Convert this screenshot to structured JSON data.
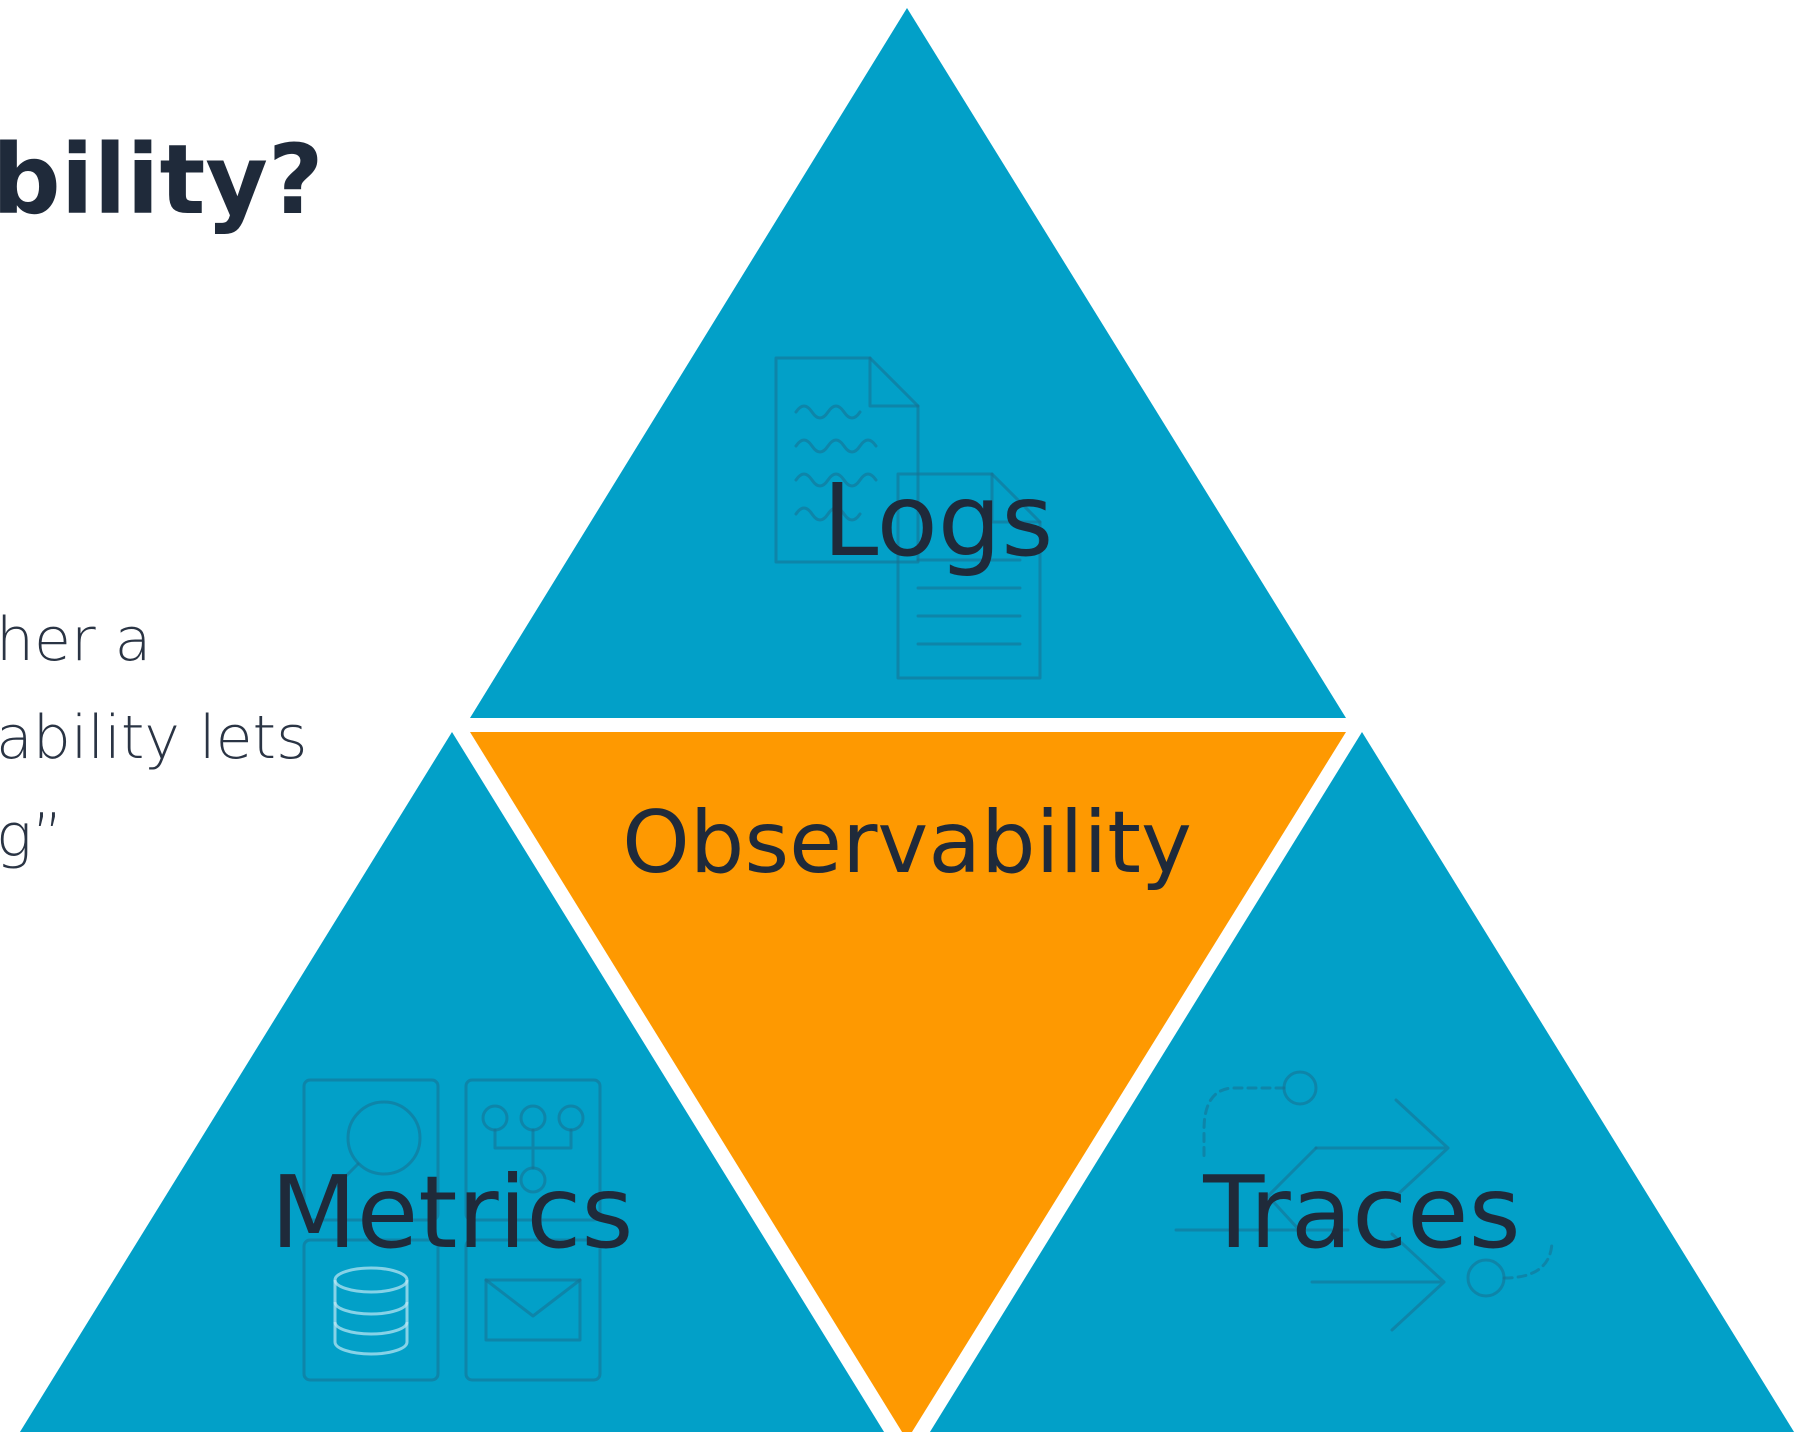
{
  "slide": {
    "title_fragment": "bility?",
    "body_lines": [
      "her a",
      "ability lets",
      "g”"
    ]
  },
  "diagram": {
    "top": {
      "label": "Logs",
      "icon": "document-logs-icon",
      "color": "#02a0c8"
    },
    "center": {
      "label": "Observability",
      "color": "#fe9901"
    },
    "bottom_left": {
      "label": "Metrics",
      "icon": "metrics-dashboard-icon",
      "color": "#02a0c8"
    },
    "bottom_right": {
      "label": "Traces",
      "icon": "trace-flow-icon",
      "color": "#02a0c8"
    }
  },
  "colors": {
    "accent_blue": "#02a0c8",
    "accent_orange": "#fe9901",
    "text_dark": "#1f2a3a"
  }
}
